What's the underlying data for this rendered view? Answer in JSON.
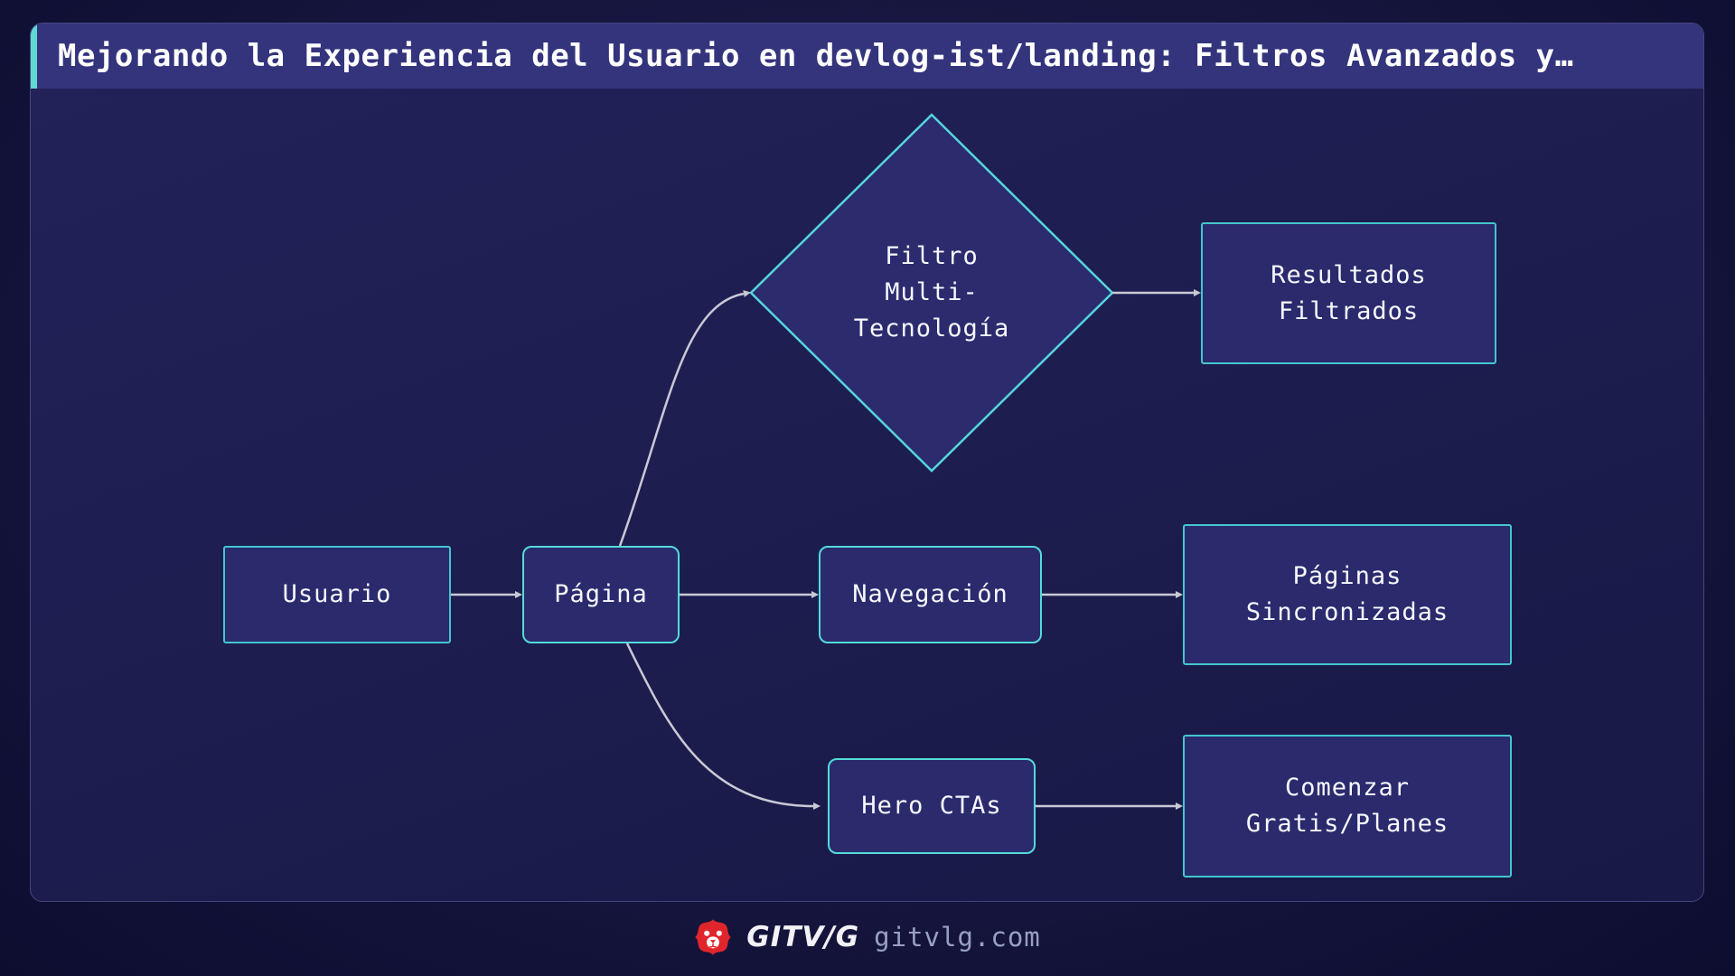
{
  "title": "Mejorando la Experiencia del Usuario en devlog-ist/landing: Filtros Avanzados y…",
  "diagram": {
    "nodes": {
      "usuario": {
        "label": "Usuario",
        "shape": "rectangle"
      },
      "pagina": {
        "label": "Página",
        "shape": "rounded-rectangle"
      },
      "filtro": {
        "label": "Filtro\nMulti-\nTecnología",
        "shape": "diamond"
      },
      "navegacion": {
        "label": "Navegación",
        "shape": "rounded-rectangle"
      },
      "hero": {
        "label": "Hero CTAs",
        "shape": "rounded-rectangle"
      },
      "resultados": {
        "label": "Resultados\nFiltrados",
        "shape": "rectangle"
      },
      "sincronizadas": {
        "label": "Páginas\nSincronizadas",
        "shape": "rectangle"
      },
      "comenzar": {
        "label": "Comenzar\nGratis/Planes",
        "shape": "rectangle"
      }
    },
    "edges": [
      {
        "from": "Usuario",
        "to": "Página"
      },
      {
        "from": "Página",
        "to": "Filtro Multi-Tecnología"
      },
      {
        "from": "Página",
        "to": "Navegación"
      },
      {
        "from": "Página",
        "to": "Hero CTAs"
      },
      {
        "from": "Filtro Multi-Tecnología",
        "to": "Resultados Filtrados"
      },
      {
        "from": "Navegación",
        "to": "Páginas Sincronizadas"
      },
      {
        "from": "Hero CTAs",
        "to": "Comenzar Gratis/Planes"
      }
    ]
  },
  "footer": {
    "logo_icon": "lion-icon",
    "brand": "GITV/G",
    "domain": "gitvlg.com"
  },
  "colors": {
    "accent_teal": "#5fd8d4",
    "node_border_teal": "#43c6cf",
    "node_fill": "#2a2a6d",
    "title_bar": "#34347d",
    "panel_bg": "#1b1b4b",
    "arrow": "#c9c9d6",
    "lion_red": "#e0262c",
    "domain_text": "#98a0c2"
  }
}
